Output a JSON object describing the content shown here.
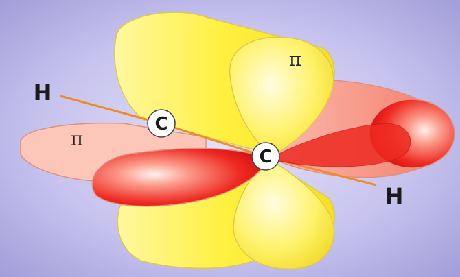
{
  "labels": {
    "pi_top": "π",
    "pi_left": "π",
    "h_left": "H",
    "h_right": "H",
    "c_left": "C",
    "c_right": "C"
  },
  "colors": {
    "background_center": "#d6d3f2",
    "background_edge": "#9e99d8",
    "pi_yellow": "#fff23a",
    "pi_yellow_light": "#fffbb0",
    "pi_red": "#ee1a1a",
    "pi_red_light": "#fbb3a6",
    "bond_line": "#f08a2a"
  }
}
